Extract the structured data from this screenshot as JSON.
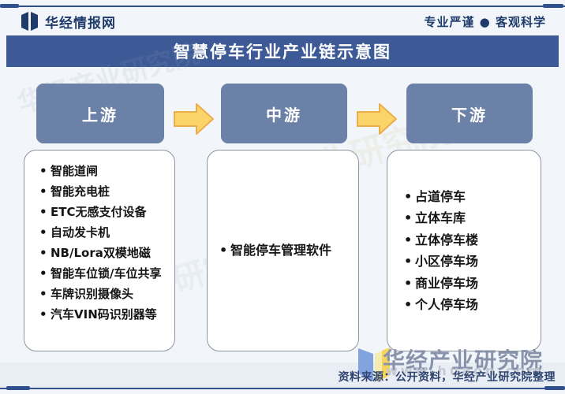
{
  "header": {
    "brand": "华经情报网",
    "tagline": "专业严谨 ● 客观科学"
  },
  "title_bar": {
    "title": "智慧停车行业产业链示意图",
    "bg": "#3D5A97"
  },
  "chain": {
    "stage_bg": "#6C81A7",
    "arrow_fill": "#FBD56A",
    "arrow_stroke": "#ECAE4C",
    "stages": [
      {
        "label": "上游",
        "items": [
          "智能道闸",
          "智能充电桩",
          "ETC无感支付设备",
          "自动发卡机",
          "NB/Lora双模地磁",
          "智能车位锁/车位共享",
          "车牌识别摄像头",
          "汽车VIN码识别器等"
        ]
      },
      {
        "label": "中游",
        "items": [
          "智能停车管理软件"
        ]
      },
      {
        "label": "下游",
        "items": [
          "占道停车",
          "立体车库",
          "立体停车楼",
          "小区停车场",
          "商业停车场",
          "个人停车场"
        ]
      }
    ]
  },
  "footer": {
    "watermark_brand": "华经产业研究院",
    "watermark_url": "www.huaon.com",
    "source": "资料来源：公开资料，华经产业研究院整理"
  }
}
